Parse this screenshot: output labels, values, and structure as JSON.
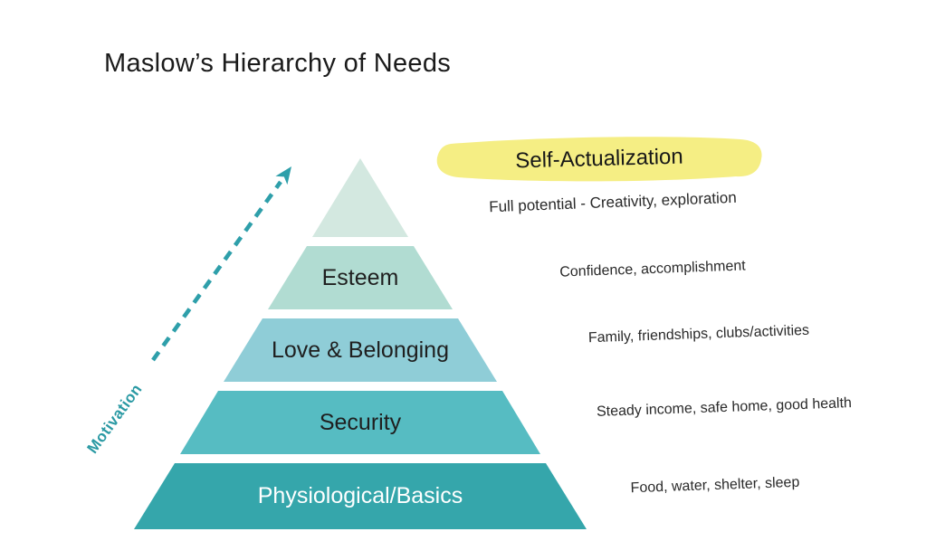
{
  "title": "Maslow’s Hierarchy of Needs",
  "motivation": {
    "label": "Motivation"
  },
  "colors": {
    "highlight_yellow": "#f5ee84",
    "arrow_teal": "#2e9faa",
    "background": "#ffffff"
  },
  "levels": [
    {
      "name": "Self-Actualization",
      "label": "Self-Actualization",
      "description": "Full potential - Creativity, exploration",
      "color": "#d3e8e0"
    },
    {
      "name": "Esteem",
      "label": "Esteem",
      "description": "Confidence, accomplishment",
      "color": "#b1dcd2"
    },
    {
      "name": "Love & Belonging",
      "label": "Love & Belonging",
      "description": "Family, friendships, clubs/activities",
      "color": "#8fcdd7"
    },
    {
      "name": "Security",
      "label": "Security",
      "description": "Steady income, safe home, good health",
      "color": "#56bcc2"
    },
    {
      "name": "Physiological/Basics",
      "label": "Physiological/Basics",
      "description": "Food, water, shelter, sleep",
      "color": "#35a6ab"
    }
  ]
}
